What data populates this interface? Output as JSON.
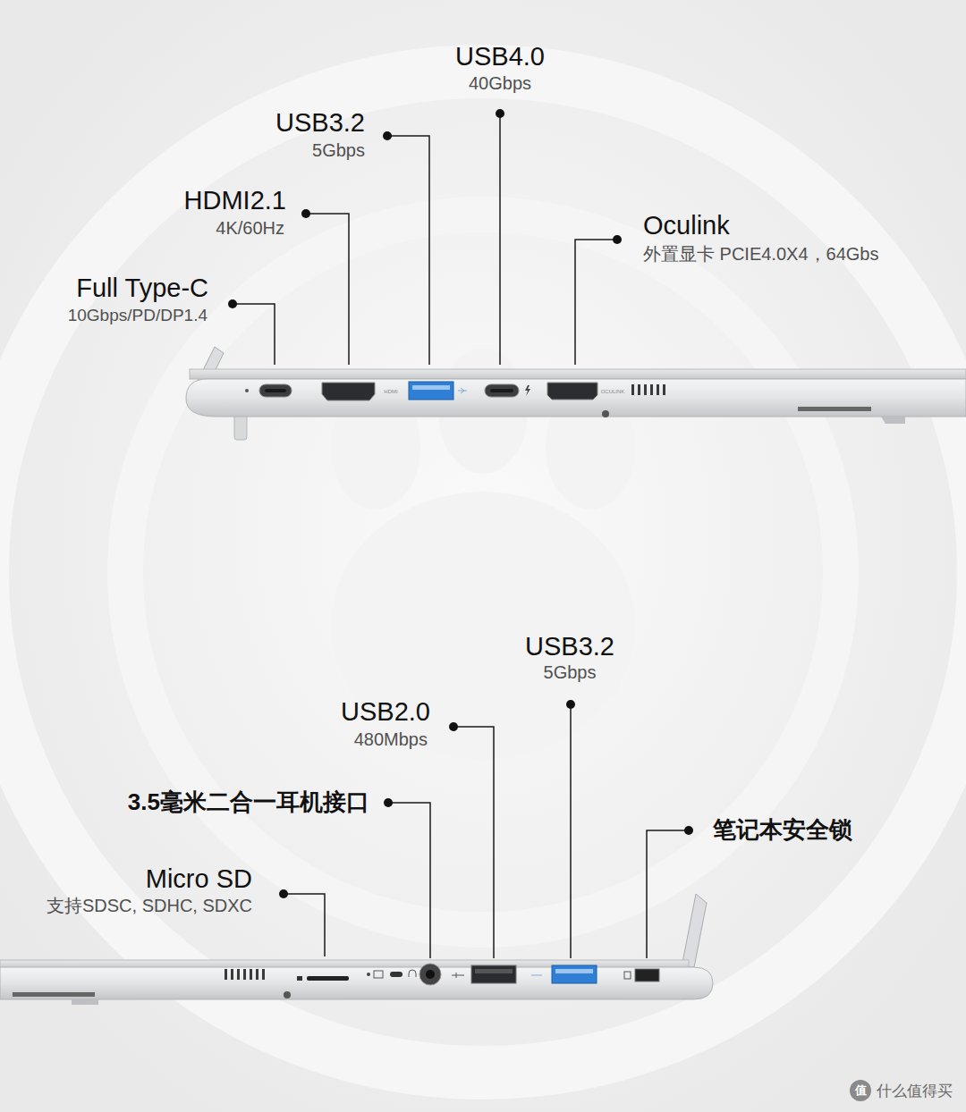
{
  "diagram": {
    "labels": [
      "USB4.0",
      "40Gbps",
      "USB3.2",
      "5Gbps",
      "HDMI2.1",
      "4K/60Hz",
      "Oculink",
      "外置显卡 PCIE4.0X4，64Gbs",
      "Full Type-C",
      "10Gbps/PD/DP1.4",
      "HDMI",
      "OCULINK",
      "USB3.2",
      "5Gbps",
      "USB2.0",
      "480Mbps",
      "3.5毫米二合一耳机接口",
      "笔记本安全锁",
      "Micro SD",
      "支持SDSC, SDHC, SDXC",
      "值",
      "什么值得买"
    ]
  }
}
